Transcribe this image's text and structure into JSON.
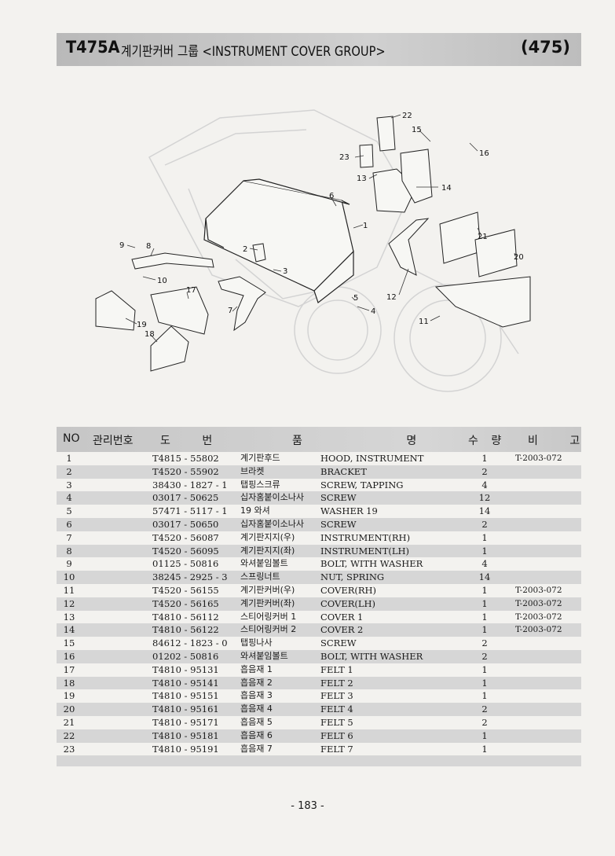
{
  "header": {
    "code": "T475A",
    "title": "계기판커버 그룹 <INSTRUMENT COVER GROUP>",
    "page_ref": "(475)"
  },
  "callouts": [
    "1",
    "2",
    "3",
    "4",
    "5",
    "6",
    "7",
    "8",
    "9",
    "10",
    "11",
    "12",
    "13",
    "14",
    "15",
    "16",
    "17",
    "18",
    "19",
    "20",
    "21",
    "22",
    "23"
  ],
  "table": {
    "headers": {
      "no": "NO",
      "mgmt": "관리번호",
      "drawing": "도 번",
      "item": "품 명",
      "qty": "수 량",
      "remarks": "비 고"
    },
    "rows": [
      {
        "no": "1",
        "part": "T4815 - 55802",
        "kor": "계기판후드",
        "eng": "HOOD, INSTRUMENT",
        "qty": "1",
        "remarks": "T-2003-072"
      },
      {
        "no": "2",
        "part": "T4520 - 55902",
        "kor": "브라켓",
        "eng": "BRACKET",
        "qty": "2",
        "remarks": ""
      },
      {
        "no": "3",
        "part": "38430 - 1827 - 1",
        "kor": "탭핑스크류",
        "eng": "SCREW, TAPPING",
        "qty": "4",
        "remarks": ""
      },
      {
        "no": "4",
        "part": "03017 - 50625",
        "kor": "십자홈붙이소나사",
        "eng": "SCREW",
        "qty": "12",
        "remarks": ""
      },
      {
        "no": "5",
        "part": "57471 - 5117 - 1",
        "kor": "19 와셔",
        "eng": "WASHER 19",
        "qty": "14",
        "remarks": ""
      },
      {
        "no": "6",
        "part": "03017 - 50650",
        "kor": "십자홈붙이소나사",
        "eng": "SCREW",
        "qty": "2",
        "remarks": ""
      },
      {
        "no": "7",
        "part": "T4520 - 56087",
        "kor": "계기판지지(우)",
        "eng": "INSTRUMENT(RH)",
        "qty": "1",
        "remarks": ""
      },
      {
        "no": "8",
        "part": "T4520 - 56095",
        "kor": "계기판지지(좌)",
        "eng": "INSTRUMENT(LH)",
        "qty": "1",
        "remarks": ""
      },
      {
        "no": "9",
        "part": "01125 - 50816",
        "kor": "와셔붙임볼트",
        "eng": "BOLT, WITH WASHER",
        "qty": "4",
        "remarks": ""
      },
      {
        "no": "10",
        "part": "38245 - 2925 - 3",
        "kor": "스프링너트",
        "eng": "NUT, SPRING",
        "qty": "14",
        "remarks": ""
      },
      {
        "no": "11",
        "part": "T4520 - 56155",
        "kor": "계기판커버(우)",
        "eng": "COVER(RH)",
        "qty": "1",
        "remarks": "T-2003-072"
      },
      {
        "no": "12",
        "part": "T4520 - 56165",
        "kor": "계기판커버(좌)",
        "eng": "COVER(LH)",
        "qty": "1",
        "remarks": "T-2003-072"
      },
      {
        "no": "13",
        "part": "T4810 - 56112",
        "kor": "스티어링커버 1",
        "eng": "COVER 1",
        "qty": "1",
        "remarks": "T-2003-072"
      },
      {
        "no": "14",
        "part": "T4810 - 56122",
        "kor": "스티어링커버 2",
        "eng": "COVER 2",
        "qty": "1",
        "remarks": "T-2003-072"
      },
      {
        "no": "15",
        "part": "84612 - 1823 - 0",
        "kor": "탭핑나사",
        "eng": "SCREW",
        "qty": "2",
        "remarks": ""
      },
      {
        "no": "16",
        "part": "01202 - 50816",
        "kor": "와셔붙임볼트",
        "eng": "BOLT, WITH WASHER",
        "qty": "2",
        "remarks": ""
      },
      {
        "no": "17",
        "part": "T4810 - 95131",
        "kor": "흡음재 1",
        "eng": "FELT 1",
        "qty": "1",
        "remarks": ""
      },
      {
        "no": "18",
        "part": "T4810 - 95141",
        "kor": "흡음재 2",
        "eng": "FELT 2",
        "qty": "1",
        "remarks": ""
      },
      {
        "no": "19",
        "part": "T4810 - 95151",
        "kor": "흡음재 3",
        "eng": "FELT 3",
        "qty": "1",
        "remarks": ""
      },
      {
        "no": "20",
        "part": "T4810 - 95161",
        "kor": "흡음재 4",
        "eng": "FELT 4",
        "qty": "2",
        "remarks": ""
      },
      {
        "no": "21",
        "part": "T4810 - 95171",
        "kor": "흡음재 5",
        "eng": "FELT 5",
        "qty": "2",
        "remarks": ""
      },
      {
        "no": "22",
        "part": "T4810 - 95181",
        "kor": "흡음재 6",
        "eng": "FELT 6",
        "qty": "1",
        "remarks": ""
      },
      {
        "no": "23",
        "part": "T4810 - 95191",
        "kor": "흡음재 7",
        "eng": "FELT 7",
        "qty": "1",
        "remarks": ""
      }
    ]
  },
  "footer": {
    "page_number": "- 183 -"
  }
}
